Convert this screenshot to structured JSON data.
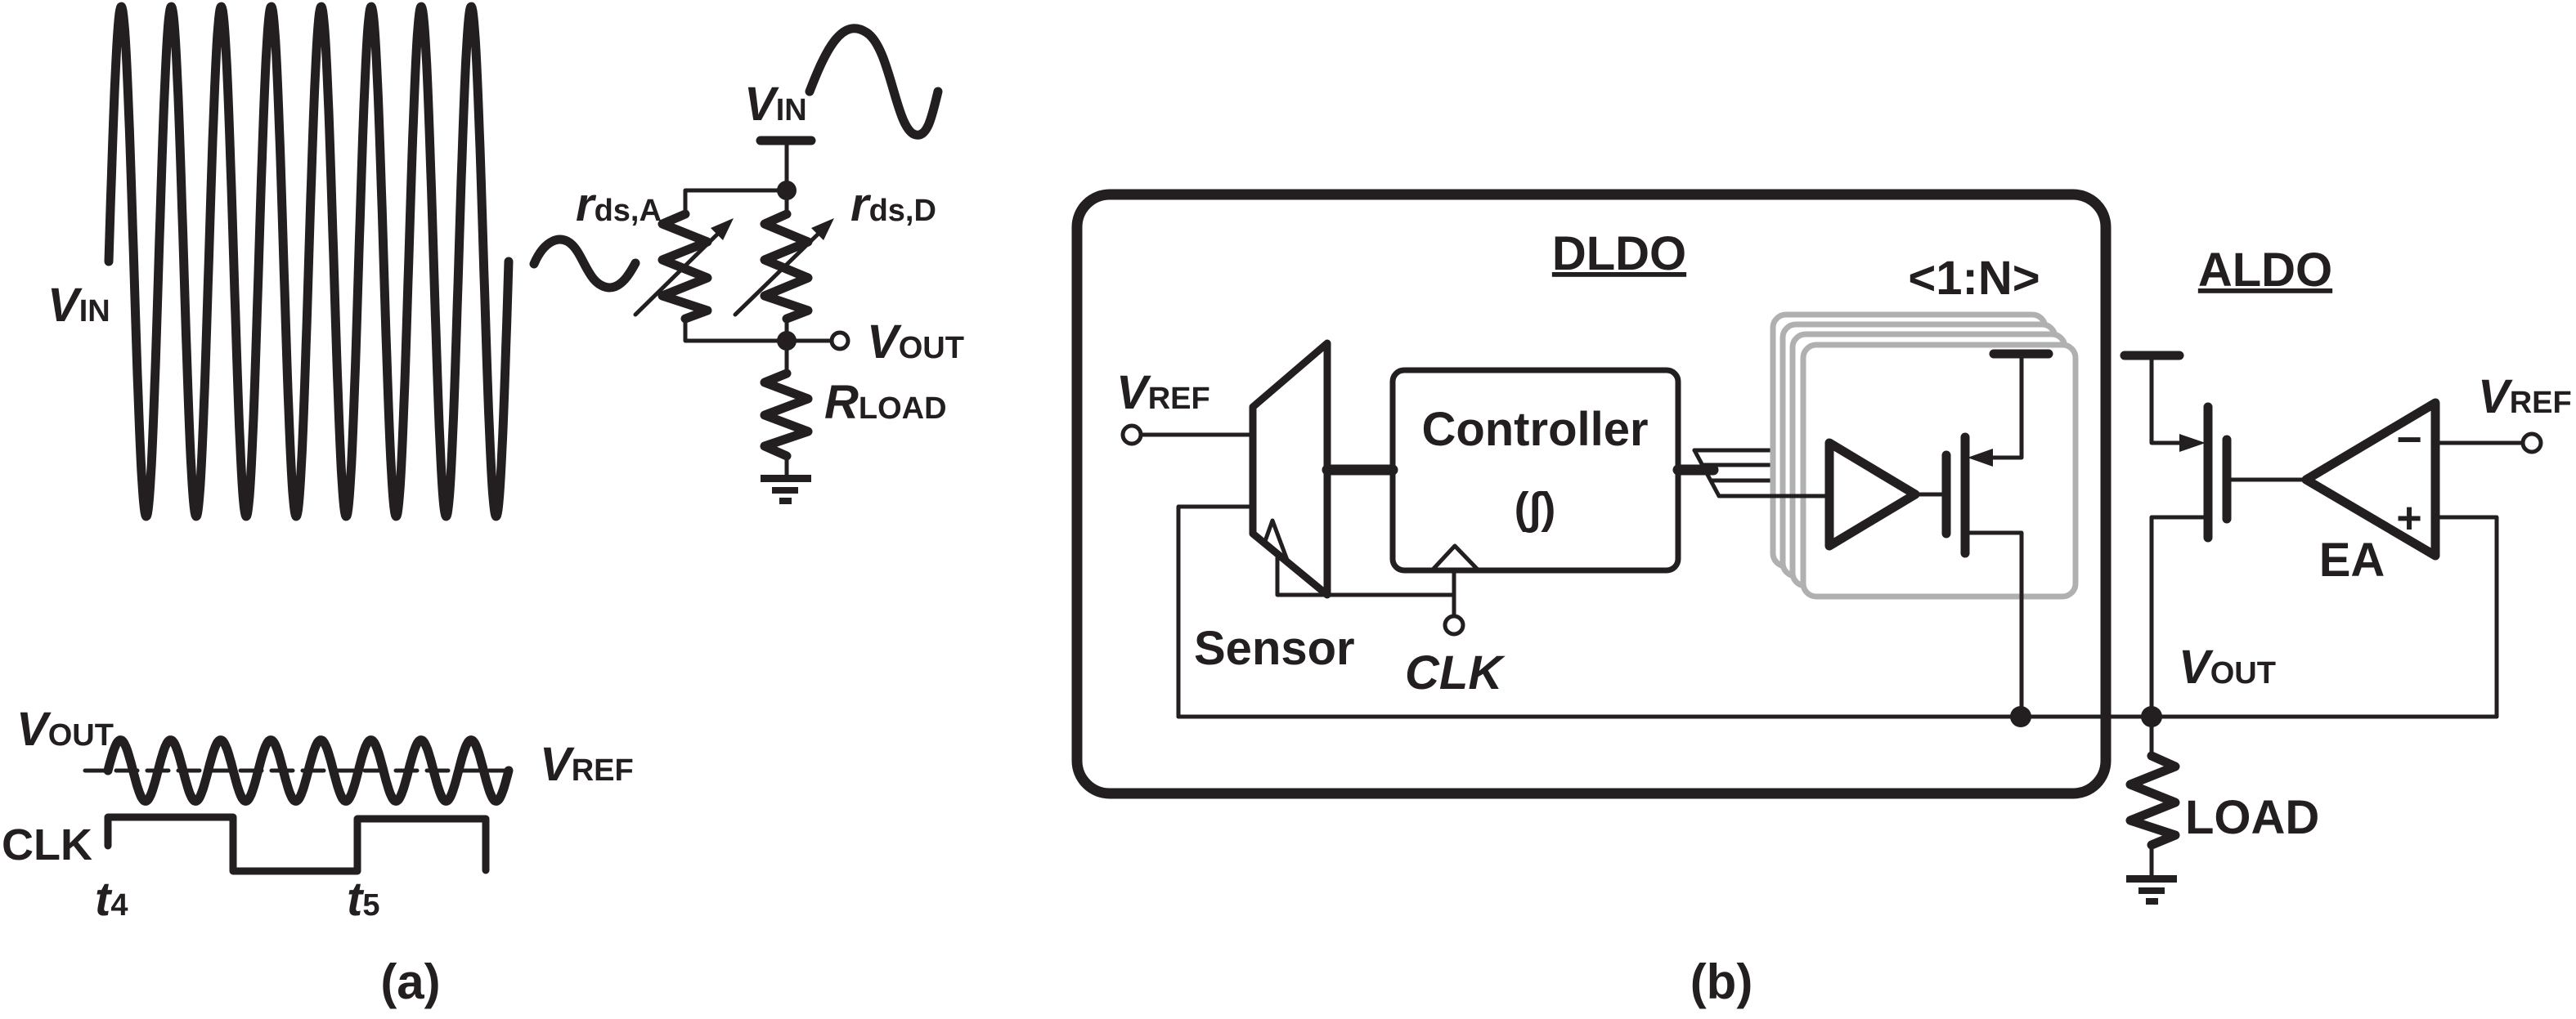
{
  "figure": {
    "panel_a_label": "(a)",
    "panel_b_label": "(b)"
  },
  "panel_a": {
    "waveforms": {
      "vin": {
        "main": "V",
        "sub": "IN",
        "cycles": 8,
        "relative_amplitude": 1.0
      },
      "vout": {
        "main": "V",
        "sub": "OUT",
        "cycles": 8,
        "relative_amplitude": 0.12
      },
      "vref": {
        "main": "V",
        "sub": "REF"
      },
      "clk": {
        "label": "CLK",
        "pattern": [
          1,
          0,
          1
        ]
      },
      "time_markers": [
        {
          "main": "t",
          "sub": "4"
        },
        {
          "main": "t",
          "sub": "5"
        }
      ]
    },
    "equivalent_circuit": {
      "vin": {
        "main": "V",
        "sub": "IN"
      },
      "rds_a": {
        "main": "r",
        "sub": "ds,A"
      },
      "rds_d": {
        "main": "r",
        "sub": "ds,D"
      },
      "vout": {
        "main": "V",
        "sub": "OUT"
      },
      "rload": {
        "main": "R",
        "sub": "LOAD"
      }
    }
  },
  "panel_b": {
    "dldo": {
      "title": "DLDO",
      "vref": {
        "main": "V",
        "sub": "REF"
      },
      "controller_label": "Controller",
      "controller_symbol": "(∫)",
      "sensor_label": "Sensor",
      "clk_label": "CLK",
      "array_label": "<1:N>"
    },
    "aldo": {
      "title": "ALDO",
      "vref": {
        "main": "V",
        "sub": "REF"
      },
      "ea_label": "EA",
      "minus": "−",
      "plus": "+"
    },
    "vout": {
      "main": "V",
      "sub": "OUT"
    },
    "load_label": "LOAD"
  }
}
